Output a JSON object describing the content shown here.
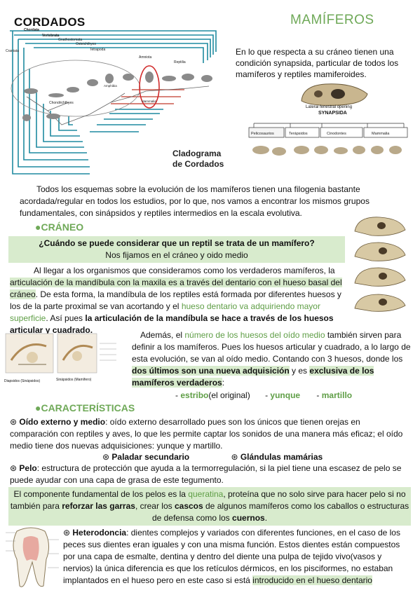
{
  "header": {
    "left_title": "CORDADOS",
    "right_title": "MAMÍFEROS"
  },
  "cladogram": {
    "caption_line1": "Cladograma",
    "caption_line2": "de Cordados",
    "labels": {
      "chordata": "Chordata",
      "vertebrata": "Vertebrata",
      "gnathostomata": "Gnathostomata",
      "osteichthyes": "Osteichthyes",
      "tetrapoda": "Tetrapoda",
      "amniota": "Amniota",
      "reptilia": "Reptilia",
      "craniata": "Craniata",
      "chondrichthyes": "Chondrichthyes",
      "amphibia": "Amphibia",
      "mammalia": "Mammalia"
    }
  },
  "skull_text": "En lo que respecta a su cráneo tienen una condición synapsida, particular de todos los mamíferos y reptiles mamiferoides.",
  "skull_image": {
    "caption": "Lateral fenestral opening",
    "synapsida_label": "SYNAPSIDA",
    "groups": [
      "Pelicosaurios",
      "Terápsidos",
      "Cinodontes",
      "Mammalia"
    ]
  },
  "intro_paragraph": "Todos los esquemas sobre la evolución de los mamíferos tienen una filogenia bastante acordada/regular en todos los estudios, por lo que, nos vamos a encontrar los mismos grupos fundamentales, con sinápsidos y reptiles intermedios en la escala evolutiva.",
  "section_craneo": {
    "title": "●CRÁNEO",
    "question_bold": "¿Cuándo se puede considerar que un reptil se trata de un mamífero?",
    "question_sub": "Nos fijamos en el cráneo y oido medio",
    "para1_a": "Al llegar a los organismos que consideramos como los verdaderos mamíferos, la ",
    "para1_hl1": "articulación de la mandíbula con la maxila es a través del dentario con el hueso basal del cráneo",
    "para1_b": ". De esta forma, la mandíbula de los reptiles está formada por diferentes huesos y los de la parte proximal se van acortando y el ",
    "para1_green": "hueso dentario va adquiriendo mayor superficie",
    "para1_c": ". Así pues ",
    "para1_bold": "la articulación de la mandíbula se hace a través de los huesos articular y cuadrado.",
    "para2_a": "Además, el ",
    "para2_green": "número de los huesos del oído medio",
    "para2_b": " también sirven para definir a los mamíferos. Pues los huesos articular y cuadrado, a lo largo de esta evolución, se van al oído medio. Contando con 3 huesos, donde los ",
    "para2_bold": "dos últimos son una nueva adquisición",
    "para2_c": " y es ",
    "para2_bold2": "exclusiva de los mamíferos verdaderos",
    "para2_d": ":",
    "bones": [
      {
        "name": "estribo",
        "note": "(el original)"
      },
      {
        "name": "yunque",
        "note": ""
      },
      {
        "name": "martillo",
        "note": ""
      }
    ],
    "ear_captions": [
      "Diapsidos (Sinápsidos)",
      "Sinápsidos (Mamífero)"
    ]
  },
  "section_caract": {
    "title": "●CARACTERÍSTICAS",
    "oido_label": "Oído externo y medio",
    "oido_text": ": oído externo desarrollado pues son los únicos que tienen orejas en comparación con reptiles y aves, lo que les permite captar los sonidos de una manera más eficaz; el oído medio tiene dos nuevas adquisiciones: yunque y martillo.",
    "paladar": "Paladar secundario",
    "glandulas": "Glándulas mamárias",
    "pelo_label": "Pelo",
    "pelo_text": ": estructura de protección que ayuda a la termorregulación, si la piel tiene una escasez de pelo se puede ayudar con una capa de grasa de este tegumento.",
    "box_a": "El componente fundamental de los pelos es la ",
    "box_green": "queratina",
    "box_b": ", proteína que no solo sirve para hacer pelo si no también para ",
    "box_bold1": "reforzar las garras",
    "box_c": ", crear los ",
    "box_bold2": "cascos",
    "box_d": " de algunos mamíferos como los caballos o estructuras de defensa como los ",
    "box_bold3": "cuernos",
    "box_e": ".",
    "hetero_label": "Heterodoncia",
    "hetero_text": ": dientes complejos y variados con diferentes funciones, en el caso de los peces sus dientes eran iguales y con una misma función. Estos dientes están compuestos por una capa de esmalte, dentina y dentro del diente una pulpa de tejido vivo(vasos y nervios) la única diferencia es que los retículos dérmicos, en los pisciformes, no estaban implantados en el hueso pero en este caso si está ",
    "hetero_hl": "introducido en el hueso dentario"
  },
  "colors": {
    "accent_green": "#6fa958",
    "highlight": "#d8ebcd",
    "cladogram_line": "#1f8aa0"
  }
}
